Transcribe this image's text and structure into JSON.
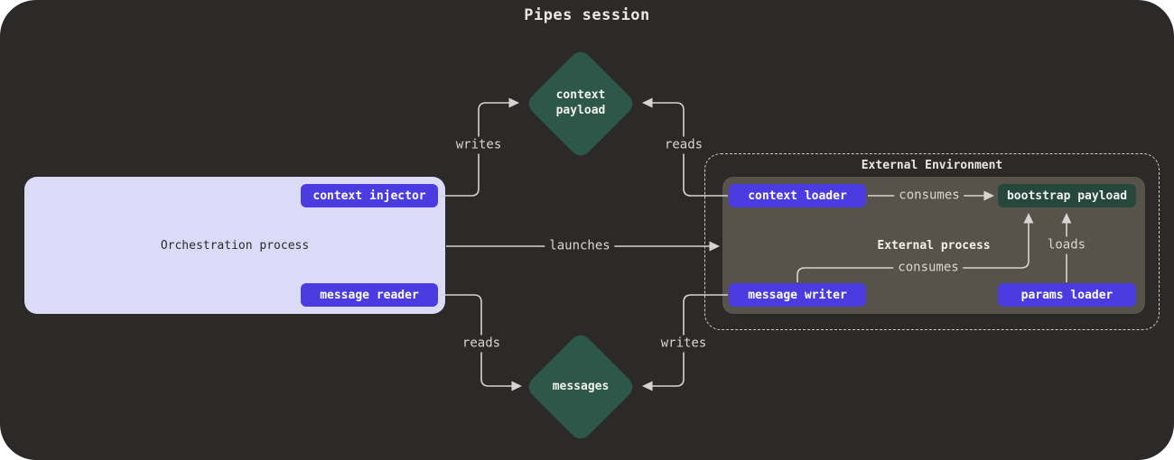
{
  "title": "Pipes session",
  "colors": {
    "canvas_bg": "#2b2a28",
    "accent_purple": "#4a3ce1",
    "diamond_green": "#2d5748",
    "payload_green": "#26473c",
    "orchestration_bg": "#dcdbf7",
    "external_process_bg": "#57534a",
    "line": "#d6d4d0"
  },
  "nodes": {
    "context_payload": {
      "label": "context\npayload"
    },
    "messages": {
      "label": "messages"
    },
    "orchestration": {
      "label": "Orchestration process",
      "context_injector": "context injector",
      "message_reader": "message reader"
    },
    "external": {
      "title": "External Environment",
      "process_label": "External process",
      "context_loader": "context loader",
      "bootstrap_payload": "bootstrap payload",
      "message_writer": "message writer",
      "params_loader": "params loader"
    }
  },
  "edges": {
    "writes_top": "writes",
    "reads_top": "reads",
    "launches": "launches",
    "consumes_top": "consumes",
    "consumes_mid": "consumes",
    "loads": "loads",
    "reads_bottom": "reads",
    "writes_bottom": "writes"
  }
}
